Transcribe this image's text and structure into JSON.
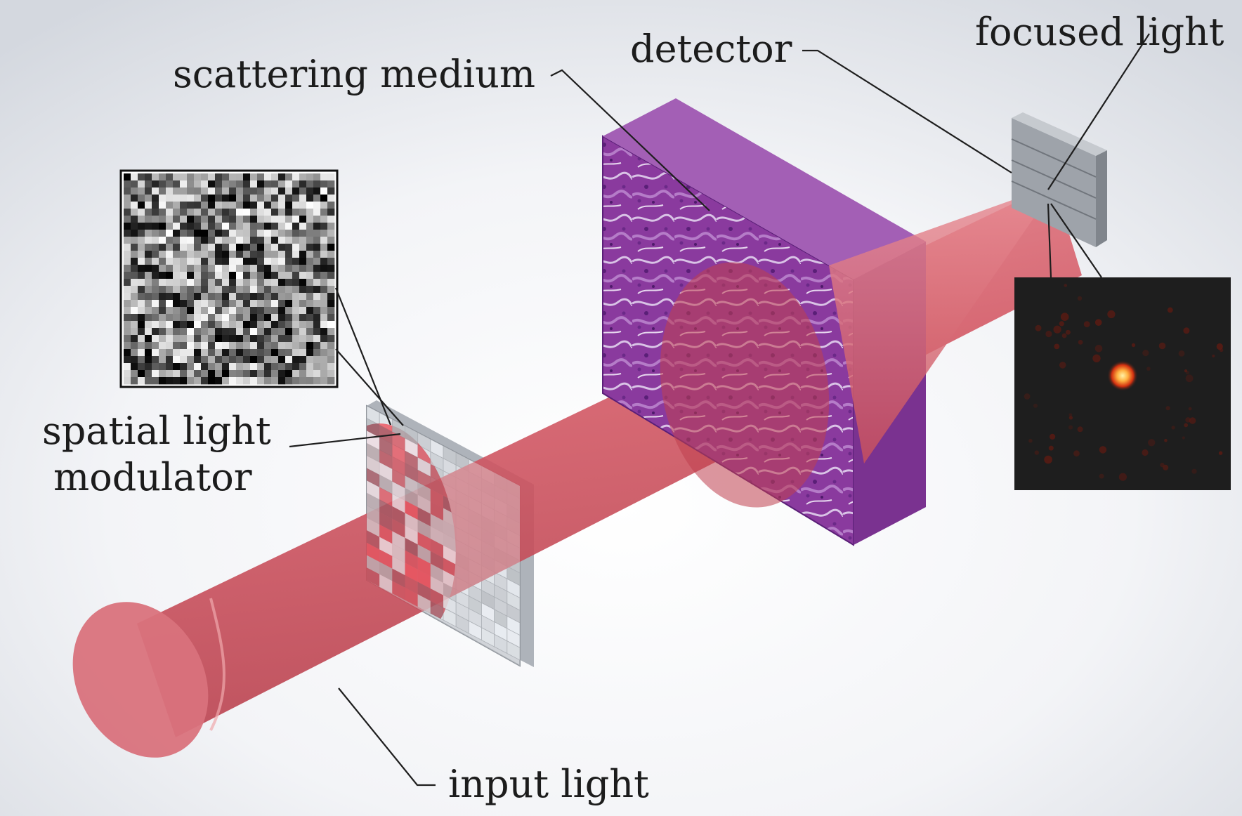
{
  "labels": {
    "scattering_medium": "scattering medium",
    "detector": "detector",
    "focused_light": "focused light",
    "slm_line1": "spatial light",
    "slm_line2": "modulator",
    "input_light": "input light"
  },
  "colors": {
    "beam": "#d45a66",
    "tissue": "#8a3a9e",
    "modulator": "#c8ccd2",
    "detector": "#a9adb3",
    "speckle_bg": "#1e1e1e",
    "focus_spot": "#ffb040"
  },
  "icons": [
    "speckle-pattern",
    "focus-spot"
  ]
}
